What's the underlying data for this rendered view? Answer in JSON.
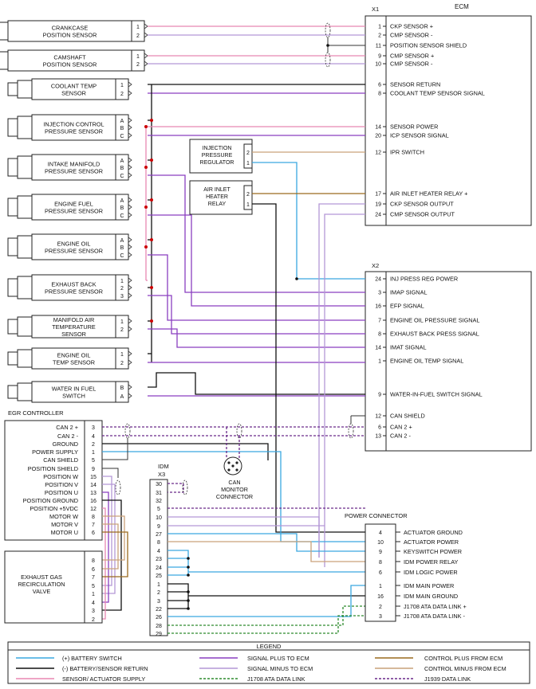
{
  "ecm": {
    "title": "ECM",
    "x1": {
      "label": "X1",
      "pins": [
        {
          "pin": "1",
          "name": "CKP SENSOR +"
        },
        {
          "pin": "2",
          "name": "CMP SENSOR -"
        },
        {
          "pin": "11",
          "name": "POSITION SENSOR SHIELD"
        },
        {
          "pin": "9",
          "name": "CMP SENSOR +"
        },
        {
          "pin": "10",
          "name": "CMP SENSOR -"
        },
        {
          "pin": "6",
          "name": "SENSOR RETURN"
        },
        {
          "pin": "8",
          "name": "COOLANT TEMP SENSOR SIGNAL"
        },
        {
          "pin": "14",
          "name": "SENSOR POWER"
        },
        {
          "pin": "20",
          "name": "ICP SENSOR SIGNAL"
        },
        {
          "pin": "12",
          "name": "IPR SWITCH"
        },
        {
          "pin": "17",
          "name": "AIR INLET HEATER RELAY +"
        },
        {
          "pin": "19",
          "name": "CKP SENSOR OUTPUT"
        },
        {
          "pin": "24",
          "name": "CMP SENSOR OUTPUT"
        }
      ]
    },
    "x2": {
      "label": "X2",
      "pins": [
        {
          "pin": "24",
          "name": "INJ PRESS REG POWER"
        },
        {
          "pin": "3",
          "name": "IMAP SIGNAL"
        },
        {
          "pin": "16",
          "name": "EFP SIGNAL"
        },
        {
          "pin": "7",
          "name": "ENGINE OIL PRESSURE  SIGNAL"
        },
        {
          "pin": "8",
          "name": "EXHAUST BACK PRESS SIGNAL"
        },
        {
          "pin": "14",
          "name": "IMAT SIGNAL"
        },
        {
          "pin": "1",
          "name": "ENGINE OIL TEMP SIGNAL"
        },
        {
          "pin": "9",
          "name": "WATER-IN-FUEL SWITCH SIGNAL"
        },
        {
          "pin": "12",
          "name": "CAN SHIELD"
        },
        {
          "pin": "6",
          "name": "CAN 2 +"
        },
        {
          "pin": "13",
          "name": "CAN 2 -"
        }
      ]
    }
  },
  "sensors": [
    {
      "name": "CRANKCASE POSITION SENSOR",
      "lines": [
        "CRANKCASE",
        "POSITION SENSOR"
      ],
      "pins": [
        "1",
        "2"
      ]
    },
    {
      "name": "CAMSHAFT POSITION SENSOR",
      "lines": [
        "CAMSHAFT",
        "POSITION SENSOR"
      ],
      "pins": [
        "1",
        "2"
      ]
    },
    {
      "name": "COOLANT TEMP SENSOR",
      "lines": [
        "COOLANT TEMP",
        "SENSOR"
      ],
      "pins": [
        "1",
        "2"
      ]
    },
    {
      "name": "INJECTION CONTROL PRESSURE SENSOR",
      "lines": [
        "INJECTION CONTROL",
        "PRESSURE SENSOR"
      ],
      "pins": [
        "A",
        "B",
        "C"
      ]
    },
    {
      "name": "INTAKE MANIFOLD PRESSURE SENSOR",
      "lines": [
        "INTAKE MANIFOLD",
        "PRESSURE SENSOR"
      ],
      "pins": [
        "A",
        "B",
        "C"
      ]
    },
    {
      "name": "ENGINE FUEL PRESSURE SENSOR",
      "lines": [
        "ENGINE FUEL",
        "PRESSURE SENSOR"
      ],
      "pins": [
        "A",
        "B",
        "C"
      ]
    },
    {
      "name": "ENGINE OIL PRESSURE SENSOR",
      "lines": [
        "ENGINE OIL",
        "PRESSURE SENSOR"
      ],
      "pins": [
        "A",
        "B",
        "C"
      ]
    },
    {
      "name": "EXHAUST BACK PRESSURE SENSOR",
      "lines": [
        "EXHAUST BACK",
        "PRESSURE SENSOR"
      ],
      "pins": [
        "1",
        "2",
        "3"
      ]
    },
    {
      "name": "MANIFOLD AIR TEMPERATURE SENSOR",
      "lines": [
        "MANIFOLD AIR",
        "TEMPERATURE",
        "SENSOR"
      ],
      "pins": [
        "1",
        "2"
      ]
    },
    {
      "name": "ENGINE OIL TEMP SENSOR",
      "lines": [
        "ENGINE OIL",
        "TEMP SENSOR"
      ],
      "pins": [
        "1",
        "2"
      ]
    },
    {
      "name": "WATER IN FUEL SWITCH",
      "lines": [
        "WATER IN FUEL",
        "SWITCH"
      ],
      "pins": [
        "B",
        "A"
      ]
    }
  ],
  "modules": {
    "ipr": {
      "lines": [
        "INJECTION",
        "PRESSURE",
        "REGULATOR"
      ],
      "pins": [
        "2",
        "1"
      ]
    },
    "aih": {
      "lines": [
        "AIR INLET",
        "HEATER",
        "RELAY"
      ],
      "pins": [
        "2",
        "1"
      ]
    }
  },
  "egr_controller": {
    "title": "EGR CONTROLLER",
    "rows": [
      {
        "name": "CAN 2 +",
        "pin": "3"
      },
      {
        "name": "CAN 2 -",
        "pin": "4"
      },
      {
        "name": "GROUND",
        "pin": "2"
      },
      {
        "name": "POWER SUPPLY",
        "pin": "1"
      },
      {
        "name": "CAN SHIELD",
        "pin": "5"
      },
      {
        "name": "POSITION SHIELD",
        "pin": "9"
      },
      {
        "name": "POSITION W",
        "pin": "15"
      },
      {
        "name": "POSITION V",
        "pin": "14"
      },
      {
        "name": "POSITION U",
        "pin": "13"
      },
      {
        "name": "POSITION GROUND",
        "pin": "16"
      },
      {
        "name": "POSITION +5VDC",
        "pin": "12"
      },
      {
        "name": "MOTOR W",
        "pin": "8"
      },
      {
        "name": "MOTOR V",
        "pin": "7"
      },
      {
        "name": "MOTOR U",
        "pin": "6"
      }
    ]
  },
  "egr_valve": {
    "lines": [
      "EXHAUST GAS",
      "RECIRCULATION",
      "VALVE"
    ],
    "pins": [
      "8",
      "6",
      "7",
      "5",
      "1",
      "4",
      "3",
      "2"
    ]
  },
  "idm": {
    "title": "IDM",
    "connector": "X3",
    "pins": [
      "30",
      "31",
      "32",
      "5",
      "10",
      "9",
      "27",
      "8",
      "4",
      "23",
      "24",
      "25",
      "1",
      "2",
      "3",
      "22",
      "26",
      "28",
      "29"
    ]
  },
  "can_monitor": {
    "lines": [
      "CAN",
      "MONITOR",
      "CONNECTOR"
    ]
  },
  "power_connector": {
    "title": "POWER CONNECTOR",
    "pins": [
      {
        "pin": "4",
        "name": "ACTUATOR GROUND"
      },
      {
        "pin": "10",
        "name": "ACTUATOR POWER"
      },
      {
        "pin": "9",
        "name": "KEYSWITCH POWER"
      },
      {
        "pin": "8",
        "name": "IDM POWER RELAY"
      },
      {
        "pin": "6",
        "name": "IDM LOGIC POWER"
      },
      {
        "pin": "1",
        "name": "IDM MAIN POWER"
      },
      {
        "pin": "16",
        "name": "IDM MAIN GROUND"
      },
      {
        "pin": "2",
        "name": "J1708 ATA DATA LINK +"
      },
      {
        "pin": "3",
        "name": "J1708 ATA DATA LINK -"
      }
    ]
  },
  "legend": {
    "title": "LEGEND",
    "items": [
      {
        "label": "(+) BATTERY SWITCH",
        "color": "#3aa8e0",
        "dash": false
      },
      {
        "label": "(-) BATTERY/SENSOR RETURN",
        "color": "#111111",
        "dash": false
      },
      {
        "label": "SENSOR/ ACTUATOR SUPPLY",
        "color": "#e887b2",
        "dash": false
      },
      {
        "label": "SIGNAL PLUS TO ECM",
        "color": "#8a3fc0",
        "dash": false
      },
      {
        "label": "SIGNAL MINUS TO ECM",
        "color": "#b497d6",
        "dash": false
      },
      {
        "label": "J1708 ATA DATA LINK",
        "color": "#2d8a2d",
        "dash": true
      },
      {
        "label": "CONTROL PLUS FROM ECM",
        "color": "#9a6a1e",
        "dash": false
      },
      {
        "label": "CONTROL MINUS FROM ECM",
        "color": "#c9a27a",
        "dash": false
      },
      {
        "label": "J1939 DATA LINK",
        "color": "#6a2a8a",
        "dash": true
      }
    ]
  }
}
